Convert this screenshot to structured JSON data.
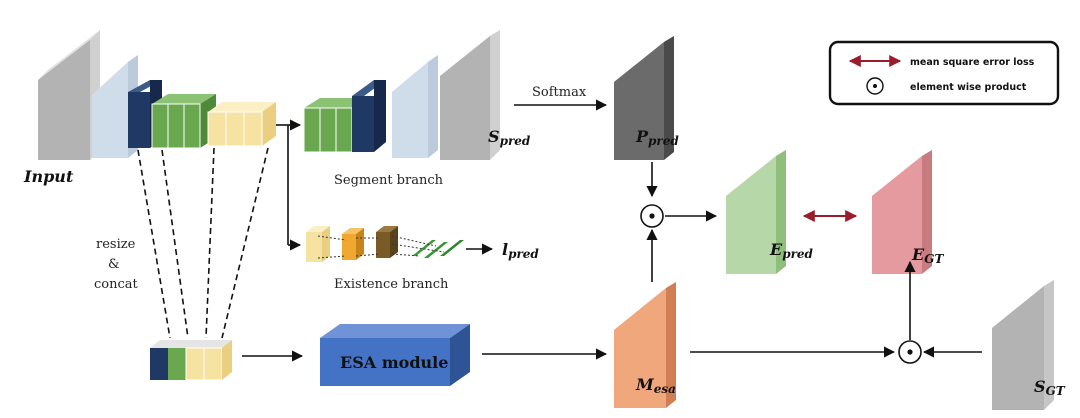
{
  "labels": {
    "input": "Input",
    "softmax": "Softmax",
    "segment_branch": "Segment branch",
    "existence_branch": "Existence branch",
    "resize": "resize",
    "amp": "&",
    "concat": "concat",
    "esa_module": "ESA module"
  },
  "vars": {
    "s_pred": {
      "main": "S",
      "sub": "pred"
    },
    "p_pred": {
      "main": "P",
      "sub": "pred"
    },
    "e_pred": {
      "main": "E",
      "sub": "pred"
    },
    "e_gt": {
      "main": "E",
      "sub": "GT"
    },
    "m_esa": {
      "main": "M",
      "sub": "esa"
    },
    "s_gt": {
      "main": "S",
      "sub": "GT"
    },
    "l_pred": {
      "main": "l",
      "sub": "pred"
    }
  },
  "legend": {
    "mse": "mean square error loss",
    "ewp": "element wise product"
  },
  "colors": {
    "gray": "#b3b3b3",
    "light_blue": "#cfdcea",
    "navy": "#1f3864",
    "green": "#6aa84f",
    "yellow": "#f7e3a1",
    "dark_gray": "#6b6b6b",
    "light_green": "#b6d7a8",
    "pink": "#e49a9e",
    "orange": "#f0a77c",
    "esa_blue": "#4472c4",
    "loss_red": "#9b1c2a"
  }
}
